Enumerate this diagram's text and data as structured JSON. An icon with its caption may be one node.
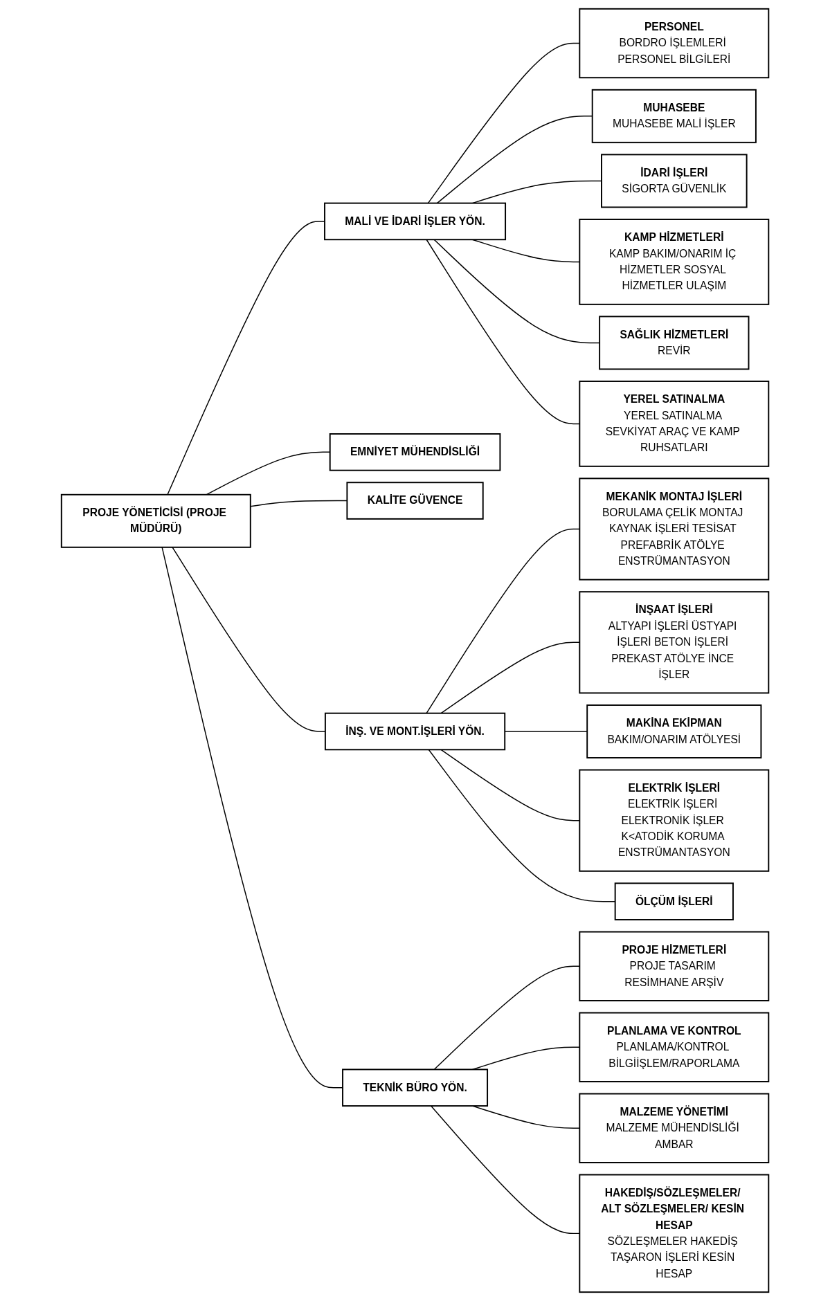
{
  "diagram": {
    "nodes": [
      {
        "text": [
          "PROJE YÖNETİCİSİ (PROJE MÜDÜRÜ)"
        ]
      },
      {
        "text": [
          "EMNİYET MÜHENDİSLİĞİ"
        ]
      },
      {
        "text": [
          "KALİTE GÜVENCE"
        ]
      },
      {
        "text": [
          "MALİ VE İDARİ İŞLER YÖN."
        ]
      },
      {
        "text": [
          "PERSONEL",
          "BORDRO İŞLEMLERİ PERSONEL BİLGİLERİ"
        ]
      },
      {
        "text": [
          "MUHASEBE",
          "MUHASEBE MALİ İŞLER"
        ]
      },
      {
        "text": [
          "İDARİ İŞLERİ",
          "SİGORTA GÜVENLİK"
        ]
      },
      {
        "text": [
          "KAMP HİZMETLERİ",
          "KAMP BAKIM/ONARIM İÇ HİZMETLER SOSYAL HİZMETLER ULAŞIM"
        ]
      },
      {
        "text": [
          "SAĞLIK HİZMETLERİ",
          "REVİR"
        ]
      },
      {
        "text": [
          "YEREL SATINALMA",
          "YEREL SATINALMA SEVKİYAT ARAÇ VE KAMP RUHSATLARI"
        ]
      },
      {
        "text": [
          "İNŞ. VE MONT.İŞLERİ YÖN."
        ]
      },
      {
        "text": [
          "MEKANİK MONTAJ İŞLERİ",
          "BORULAMA ÇELİK MONTAJ KAYNAK İŞLERİ TESİSAT PREFABRİK ATÖLYE ENSTRÜMANTASYON"
        ]
      },
      {
        "text": [
          "İNŞAAT İŞLERİ",
          "ALTYAPI İŞLERİ ÜSTYAPI İŞLERİ BETON İŞLERİ PREKAST ATÖLYE İNCE İŞLER"
        ]
      },
      {
        "text": [
          "MAKİNA EKİPMAN",
          "BAKIM/ONARIM ATÖLYESİ"
        ]
      },
      {
        "text": [
          "ELEKTRİK İŞLERİ",
          "ELEKTRİK İŞLERİ ELEKTRONİK İŞLER K<ATODİK KORUMA ENSTRÜMANTASYON"
        ]
      },
      {
        "text": [
          "ÖLÇÜM İŞLERİ"
        ]
      },
      {
        "text": [
          "TEKNİK BÜRO YÖN."
        ]
      },
      {
        "text": [
          "PROJE HİZMETLERİ",
          "PROJE TASARIM RESİMHANE ARŞİV"
        ]
      },
      {
        "text": [
          "PLANLAMA VE KONTROL",
          "PLANLAMA/KONTROL BİLGİİŞLEM/RAPORLAMA"
        ]
      },
      {
        "text": [
          "MALZEME YÖNETİMİ",
          "MALZEME MÜHENDİSLİĞİ AMBAR"
        ]
      },
      {
        "text": [
          "HAKEDİŞ/SÖZLEŞMELER/ ALT SÖZLEŞMELER/ KESİN HESAP",
          "SÖZLEŞMELER HAKEDİŞ TAŞARON İŞLERİ KESİN HESAP"
        ]
      }
    ],
    "edges": [
      {
        "from": 0,
        "to": 1,
        "arrow": "none"
      },
      {
        "from": 0,
        "to": 2,
        "arrow": "none"
      },
      {
        "from": 0,
        "to": 3,
        "arrow": "none"
      },
      {
        "from": 3,
        "to": 4,
        "arrow": "none"
      },
      {
        "from": 3,
        "to": 5,
        "arrow": "none"
      },
      {
        "from": 3,
        "to": 6,
        "arrow": "none"
      },
      {
        "from": 3,
        "to": 7,
        "arrow": "none"
      },
      {
        "from": 3,
        "to": 8,
        "arrow": "none"
      },
      {
        "from": 3,
        "to": 9,
        "arrow": "none"
      },
      {
        "from": 0,
        "to": 10,
        "arrow": "none"
      },
      {
        "from": 10,
        "to": 11,
        "arrow": "none"
      },
      {
        "from": 10,
        "to": 12,
        "arrow": "none"
      },
      {
        "from": 10,
        "to": 13,
        "arrow": "none"
      },
      {
        "from": 10,
        "to": 14,
        "arrow": "none"
      },
      {
        "from": 10,
        "to": 15,
        "arrow": "none"
      },
      {
        "from": 0,
        "to": 16,
        "arrow": "none"
      },
      {
        "from": 16,
        "to": 17,
        "arrow": "none"
      },
      {
        "from": 16,
        "to": 18,
        "arrow": "none"
      },
      {
        "from": 16,
        "to": 19,
        "arrow": "none"
      },
      {
        "from": 16,
        "to": 20,
        "arrow": "none"
      }
    ]
  }
}
